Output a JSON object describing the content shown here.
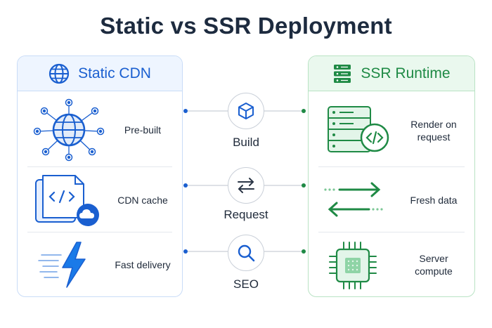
{
  "title": "Static vs SSR Deployment",
  "left_panel": {
    "header": "Static CDN",
    "header_icon": "globe-icon",
    "rows": [
      {
        "label": "Pre-built",
        "icon": "network-globe-icon"
      },
      {
        "label": "CDN cache",
        "icon": "code-file-cloud-icon"
      },
      {
        "label": "Fast delivery",
        "icon": "lightning-bolt-icon"
      }
    ]
  },
  "right_panel": {
    "header": "SSR Runtime",
    "header_icon": "server-stack-icon",
    "rows": [
      {
        "label_line1": "Render on",
        "label_line2": "request",
        "icon": "server-code-icon"
      },
      {
        "label": "Fresh data",
        "icon": "exchange-arrows-icon"
      },
      {
        "label_line1": "Server",
        "label_line2": "compute",
        "icon": "chip-icon"
      }
    ]
  },
  "middle": [
    {
      "label": "Build",
      "icon": "cube-icon"
    },
    {
      "label": "Request",
      "icon": "swap-arrows-icon"
    },
    {
      "label": "SEO",
      "icon": "magnifier-icon"
    }
  ],
  "colors": {
    "static_accent": "#1a5fd0",
    "ssr_accent": "#1f8a45",
    "connector": "#c9cfd8"
  }
}
